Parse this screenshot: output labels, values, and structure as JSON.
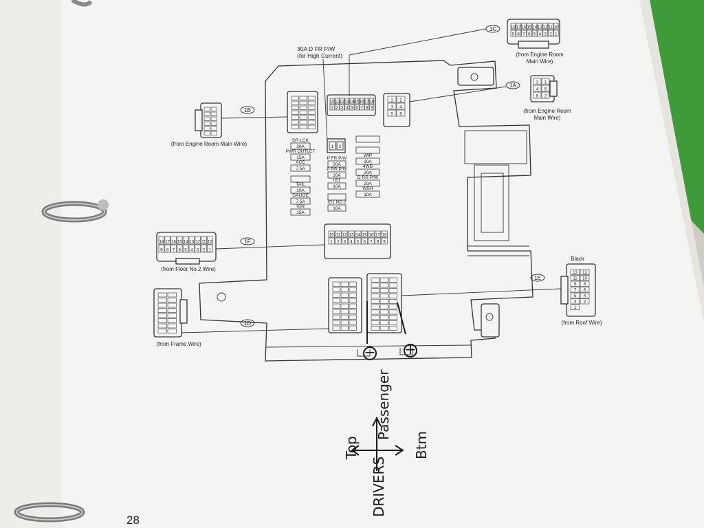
{
  "page_number": "28",
  "connectors": {
    "c1C": {
      "id": "1C",
      "source": "(from Engine Room\nMain Wire)"
    },
    "c1A": {
      "id": "1A",
      "source": "(from Engine Room\nMain Wire)"
    },
    "c1B": {
      "id": "1B",
      "source": "(from Engine Room Main Wire)"
    },
    "c1F": {
      "id": "1F",
      "source": "(from Floor No.2 Wire)"
    },
    "c1D": {
      "id": "1D",
      "source": "(from Frame Wire)"
    },
    "c1E": {
      "id": "1E",
      "source": "(from Roof Wire)",
      "color": "Black"
    }
  },
  "relay_label": {
    "line1": "30A D FR P/W",
    "line2": "(for High Current)"
  },
  "relay_pins": [
    "1",
    "2"
  ],
  "fuses_left": [
    {
      "name": "DR LCK",
      "amp": "20A"
    },
    {
      "name": "PWR OUTLET",
      "amp": "15A"
    },
    {
      "name": "ACC",
      "amp": "7.5A"
    },
    {
      "name": "",
      "amp": ""
    },
    {
      "name": "TAIL",
      "amp": "10A"
    },
    {
      "name": "GAUGE",
      "amp": "7.5A"
    },
    {
      "name": "IGN",
      "amp": "15A"
    }
  ],
  "fuses_mid": [
    {
      "name": "P FR P/W",
      "amp": "20A"
    },
    {
      "name": "P RR P/W",
      "amp": "20A"
    },
    {
      "name": "IG1",
      "amp": "10A"
    },
    {
      "name": "",
      "amp": ""
    },
    {
      "name": "IG1 NO.2",
      "amp": "10A"
    }
  ],
  "fuses_right": [
    {
      "name": "",
      "amp": ""
    },
    {
      "name": "",
      "amp": ""
    },
    {
      "name": "WIP",
      "amp": "30A"
    },
    {
      "name": "4WD",
      "amp": "20A"
    },
    {
      "name": "D RR P/W",
      "amp": "20A"
    },
    {
      "name": "WSH",
      "amp": "10A"
    }
  ],
  "pins": {
    "c1C": [
      "18",
      "17",
      "16",
      "15",
      "14",
      "13",
      "12",
      "11",
      "10",
      "9",
      "8",
      "7",
      "6",
      "5",
      "4",
      "3",
      "2",
      "1"
    ],
    "c1Cbox": [
      "10",
      "11",
      "12",
      "13",
      "14",
      "15",
      "16",
      "17",
      "18",
      "1",
      "2",
      "3",
      "4",
      "5",
      "6",
      "7",
      "8",
      "9"
    ],
    "c1A": [
      "3",
      "1",
      "4",
      "5",
      "6",
      "2"
    ],
    "c1Abox": [
      "1",
      "2",
      "3",
      "4",
      "5",
      "6"
    ],
    "c1F": [
      "18",
      "17",
      "16",
      "15",
      "14",
      "13",
      "12",
      "11",
      "10",
      "9",
      "8",
      "7",
      "6",
      "5",
      "4",
      "3",
      "2",
      "1"
    ],
    "c1Fbox": [
      "10",
      "11",
      "12",
      "13",
      "14",
      "15",
      "16",
      "17",
      "18",
      "1",
      "2",
      "3",
      "4",
      "5",
      "6",
      "7",
      "8",
      "9"
    ],
    "c1E": [
      "13",
      "12",
      "11",
      "10",
      "9",
      "8",
      "7",
      "6",
      "5",
      "4",
      "3",
      "2",
      "1"
    ]
  },
  "handwriting": {
    "polarity_left": "−",
    "polarity_right": "+",
    "top": "Top",
    "passenger": "Passenger",
    "btm": "Btm",
    "drivers": "DRIVERS"
  },
  "colors": {
    "paper": "#f4f4f2",
    "ink": "#333333",
    "binder_green": "#3f9b3a"
  }
}
